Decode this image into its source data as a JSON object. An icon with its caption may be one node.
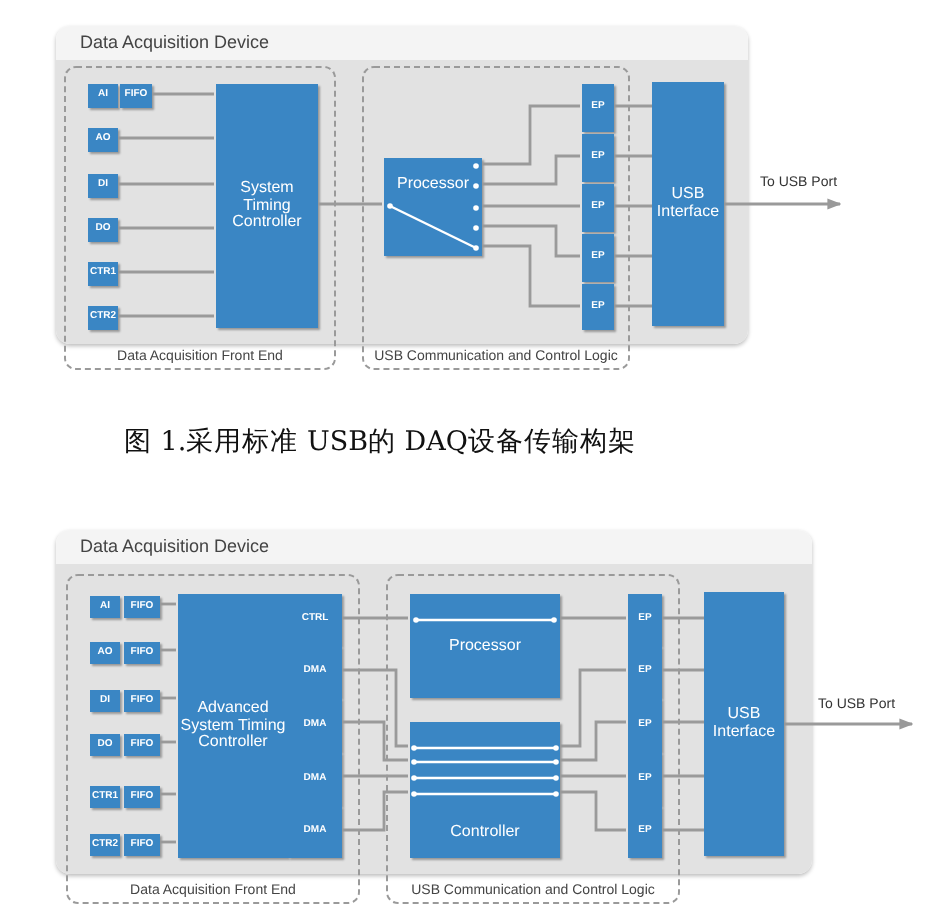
{
  "diagram": {
    "caption": "图 1.采用标准 USB的 DAQ设备传输构架",
    "nodes": [
      {
        "text": [
          "Data Acquisition Device"
        ]
      },
      {
        "text": [
          "Data Acquisition Front End"
        ]
      },
      {
        "text": [
          "USB Communication and Control Logic"
        ]
      },
      {
        "text": [
          "AI"
        ],
        "in": 1
      },
      {
        "text": [
          "FIFO"
        ],
        "in": 1
      },
      {
        "text": [
          "AO"
        ],
        "in": 1
      },
      {
        "text": [
          "DI"
        ],
        "in": 1
      },
      {
        "text": [
          "DO"
        ],
        "in": 1
      },
      {
        "text": [
          "CTR1"
        ],
        "in": 1
      },
      {
        "text": [
          "CTR2"
        ],
        "in": 1
      },
      {
        "text": [
          "System Timing Controller"
        ],
        "in": 1
      },
      {
        "text": [
          "Processor"
        ],
        "in": 2
      },
      {
        "text": [
          "EP"
        ],
        "in": 2
      },
      {
        "text": [
          "EP"
        ],
        "in": 2
      },
      {
        "text": [
          "EP"
        ],
        "in": 2
      },
      {
        "text": [
          "EP"
        ],
        "in": 2
      },
      {
        "text": [
          "EP"
        ],
        "in": 2
      },
      {
        "text": [
          "USB Interface"
        ],
        "in": 0
      },
      {
        "text": [
          "Data Acquisition Device"
        ]
      },
      {
        "text": [
          "Data Acquisition Front End"
        ]
      },
      {
        "text": [
          "USB Communication and Control Logic"
        ]
      },
      {
        "text": [
          "AI"
        ],
        "in": 19
      },
      {
        "text": [
          "FIFO"
        ],
        "in": 19
      },
      {
        "text": [
          "AO"
        ],
        "in": 19
      },
      {
        "text": [
          "FIFO"
        ],
        "in": 19
      },
      {
        "text": [
          "DI"
        ],
        "in": 19
      },
      {
        "text": [
          "FIFO"
        ],
        "in": 19
      },
      {
        "text": [
          "DO"
        ],
        "in": 19
      },
      {
        "text": [
          "FIFO"
        ],
        "in": 19
      },
      {
        "text": [
          "CTR1"
        ],
        "in": 19
      },
      {
        "text": [
          "FIFO"
        ],
        "in": 19
      },
      {
        "text": [
          "CTR2"
        ],
        "in": 19
      },
      {
        "text": [
          "FIFO"
        ],
        "in": 19
      },
      {
        "text": [
          "Advanced System Timing Controller"
        ],
        "in": 19
      },
      {
        "text": [
          "CTRL"
        ],
        "in": 19
      },
      {
        "text": [
          "DMA"
        ],
        "in": 19
      },
      {
        "text": [
          "DMA"
        ],
        "in": 19
      },
      {
        "text": [
          "DMA"
        ],
        "in": 19
      },
      {
        "text": [
          "DMA"
        ],
        "in": 19
      },
      {
        "text": [
          "Processor"
        ],
        "in": 20
      },
      {
        "text": [
          "Controller"
        ],
        "in": 20
      },
      {
        "text": [
          "EP"
        ],
        "in": 20
      },
      {
        "text": [
          "EP"
        ],
        "in": 20
      },
      {
        "text": [
          "EP"
        ],
        "in": 20
      },
      {
        "text": [
          "EP"
        ],
        "in": 20
      },
      {
        "text": [
          "EP"
        ],
        "in": 20
      },
      {
        "text": [
          "USB Interface"
        ],
        "in": 18
      }
    ],
    "edges": [
      {
        "from": 4,
        "to": 10,
        "arrow": "none"
      },
      {
        "from": 5,
        "to": 10,
        "arrow": "none"
      },
      {
        "from": 6,
        "to": 10,
        "arrow": "none"
      },
      {
        "from": 7,
        "to": 10,
        "arrow": "none"
      },
      {
        "from": 8,
        "to": 10,
        "arrow": "none"
      },
      {
        "from": 9,
        "to": 10,
        "arrow": "none"
      },
      {
        "from": 10,
        "to": 11,
        "arrow": "none"
      },
      {
        "from": 11,
        "to": 12,
        "arrow": "none"
      },
      {
        "from": 11,
        "to": 13,
        "arrow": "none"
      },
      {
        "from": 11,
        "to": 14,
        "arrow": "none"
      },
      {
        "from": 11,
        "to": 15,
        "arrow": "none"
      },
      {
        "from": 11,
        "to": 16,
        "arrow": "none"
      },
      {
        "from": 12,
        "to": 17,
        "arrow": "none"
      },
      {
        "from": 13,
        "to": 17,
        "arrow": "none"
      },
      {
        "from": 14,
        "to": 17,
        "arrow": "none"
      },
      {
        "from": 15,
        "to": 17,
        "arrow": "none"
      },
      {
        "from": 16,
        "to": 17,
        "arrow": "none"
      },
      {
        "from": 17,
        "to": null,
        "arrow": "to",
        "label": "To USB Port"
      },
      {
        "from": 22,
        "to": 33,
        "arrow": "none"
      },
      {
        "from": 24,
        "to": 33,
        "arrow": "none"
      },
      {
        "from": 26,
        "to": 33,
        "arrow": "none"
      },
      {
        "from": 28,
        "to": 33,
        "arrow": "none"
      },
      {
        "from": 30,
        "to": 33,
        "arrow": "none"
      },
      {
        "from": 32,
        "to": 33,
        "arrow": "none"
      },
      {
        "from": 34,
        "to": 39,
        "arrow": "none"
      },
      {
        "from": 39,
        "to": 41,
        "arrow": "none"
      },
      {
        "from": 35,
        "to": 40,
        "arrow": "none"
      },
      {
        "from": 36,
        "to": 40,
        "arrow": "none"
      },
      {
        "from": 37,
        "to": 40,
        "arrow": "none"
      },
      {
        "from": 38,
        "to": 40,
        "arrow": "none"
      },
      {
        "from": 40,
        "to": 42,
        "arrow": "none"
      },
      {
        "from": 40,
        "to": 43,
        "arrow": "none"
      },
      {
        "from": 40,
        "to": 44,
        "arrow": "none"
      },
      {
        "from": 40,
        "to": 45,
        "arrow": "none"
      },
      {
        "from": 41,
        "to": 46,
        "arrow": "none"
      },
      {
        "from": 42,
        "to": 46,
        "arrow": "none"
      },
      {
        "from": 43,
        "to": 46,
        "arrow": "none"
      },
      {
        "from": 44,
        "to": 46,
        "arrow": "none"
      },
      {
        "from": 45,
        "to": 46,
        "arrow": "none"
      },
      {
        "from": 46,
        "to": null,
        "arrow": "to",
        "label": "To USB Port"
      }
    ]
  }
}
